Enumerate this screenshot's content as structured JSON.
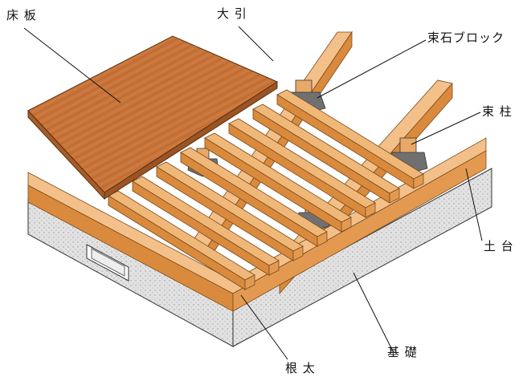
{
  "labels": {
    "floor_board": "床 板",
    "main_beam": "大 引",
    "footing_block": "束石ブロック",
    "floor_post": "束 柱",
    "sill": "土 台",
    "foundation": "基 礎",
    "joist": "根 太"
  },
  "colors": {
    "wood_top": "#f0b878",
    "wood_side": "#d98a3c",
    "board": "#c8733a",
    "concrete": "#dcdcdc",
    "block": "#6e6e6e"
  }
}
